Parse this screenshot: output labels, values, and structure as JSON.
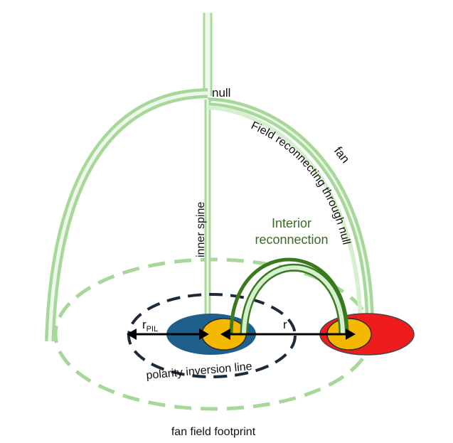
{
  "labels": {
    "null": "null",
    "fan": "fan",
    "field_reconnecting": "Field reconnecting through null",
    "inner_spine": "inner spine",
    "interior_reconnection_line1": "Interior",
    "interior_reconnection_line2": "reconnection",
    "r_pil_main": "r",
    "r_pil_sub": "PIL",
    "r": "r",
    "polarity_inversion_line": "polarity inversion line",
    "fan_field_footprint": "fan field footprint"
  },
  "colors": {
    "light_green": "#a6d89a",
    "pale_green": "#d6efce",
    "dark_green": "#3a7a1f",
    "interior_text": "#3a6b24",
    "blue_polarity": "#1f5f8b",
    "red_polarity": "#ee1c1c",
    "yellow_core": "#f5b800",
    "dark_dash": "#1c2a3a",
    "arrow": "#000000"
  }
}
